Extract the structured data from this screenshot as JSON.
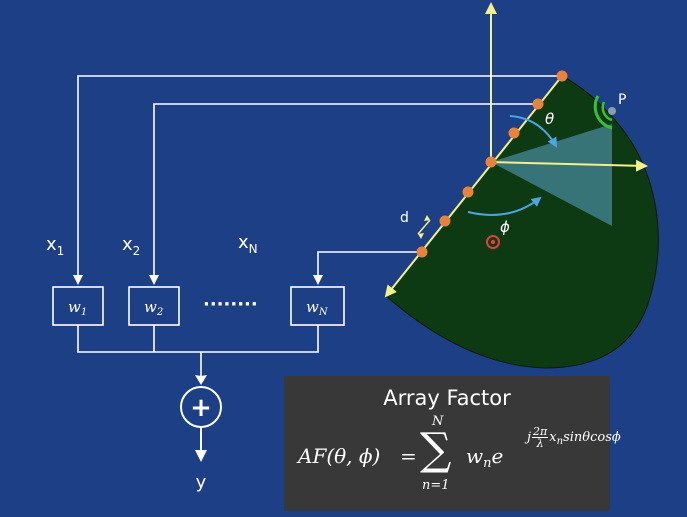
{
  "inputs": [
    {
      "label": "x",
      "sub": "1"
    },
    {
      "label": "x",
      "sub": "2"
    },
    {
      "label": "x",
      "sub": "N"
    }
  ],
  "weights": [
    {
      "label": "w",
      "sub": "1"
    },
    {
      "label": "w",
      "sub": "2"
    },
    {
      "label": "w",
      "sub": "N"
    }
  ],
  "ellipsis": "········",
  "summer": "+",
  "output": "y",
  "angles": {
    "theta": "θ",
    "phi": "ϕ"
  },
  "spacing": "d",
  "point": "P",
  "formula": {
    "title": "Array Factor",
    "lhs": "AF(θ, ϕ)",
    "eq": "=",
    "sum_top": "N",
    "sum_bottom": "n=1",
    "term": "w",
    "term_sub": "n",
    "base": "e",
    "exp_j": "j",
    "frac_num": "2π",
    "frac_den": "λ",
    "exp_rest": "x",
    "exp_sub": "n",
    "exp_tail": "sinθcosϕ"
  },
  "colors": {
    "background": "#1d3f86",
    "line": "#ffffff",
    "axis": "#f4f08a",
    "element": "#e8843a",
    "pattern": "#0d3a12",
    "beam": "#3f7f8a",
    "arc": "#4aa6e0",
    "green": "#38c038"
  }
}
